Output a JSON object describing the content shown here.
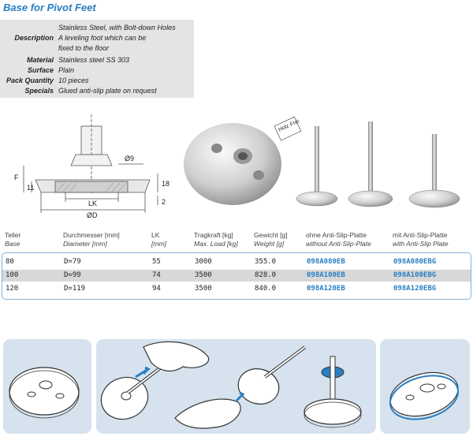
{
  "title": "Base for Pivot Feet",
  "specs": [
    {
      "label": "",
      "value": "Stainless Steel, with Bolt-down Holes"
    },
    {
      "label": "Description",
      "value": "A leveling foot which can be"
    },
    {
      "label": "",
      "value": "fixed to the floor"
    },
    {
      "label": "Material",
      "value": "Stainless steel SS 303"
    },
    {
      "label": "Surface",
      "value": "Plain"
    },
    {
      "label": "Pack Quantity",
      "value": "10 pieces"
    },
    {
      "label": "Specials",
      "value": "Glued anti-slip plate on request"
    }
  ],
  "drawing": {
    "dim_f": "F",
    "dim_11": "11",
    "dim_18": "18",
    "dim_2": "2",
    "dim_d9": "Ø9",
    "dim_lk": "LK",
    "dim_d": "ØD"
  },
  "photo_label": "Holz Frei",
  "table": {
    "headers": [
      {
        "de": "Teller",
        "en": "Base"
      },
      {
        "de": "Durchmesser [mm]",
        "en": "Diameter [mm]"
      },
      {
        "de": "LK",
        "en": "[mm]"
      },
      {
        "de": "Tragkraft [kg]",
        "en": "Max. Load [kg]"
      },
      {
        "de": "Gewicht [g]",
        "en": "Weight [g]"
      },
      {
        "de": "ohne Anti-Slip-Platte",
        "en": "without Anti-Slip-Plate"
      },
      {
        "de": "mit Anti-Slip-Platte",
        "en": "with Anti-Slip Plate"
      }
    ],
    "rows": [
      [
        "80",
        "D=79",
        "55",
        "3000",
        "355.0",
        "098A080EB",
        "098A080EBG"
      ],
      [
        "100",
        "D=99",
        "74",
        "3500",
        "828.0",
        "098A100EB",
        "098A100EBG"
      ],
      [
        "120",
        "D=119",
        "94",
        "3500",
        "840.0",
        "098A120EB",
        "098A120EBG"
      ]
    ]
  },
  "colors": {
    "accent": "#2a7fc1",
    "panel_bg": "#d6e3ee",
    "spec_bg": "#e4e4e4",
    "row_alt": "#d8d8d8"
  }
}
